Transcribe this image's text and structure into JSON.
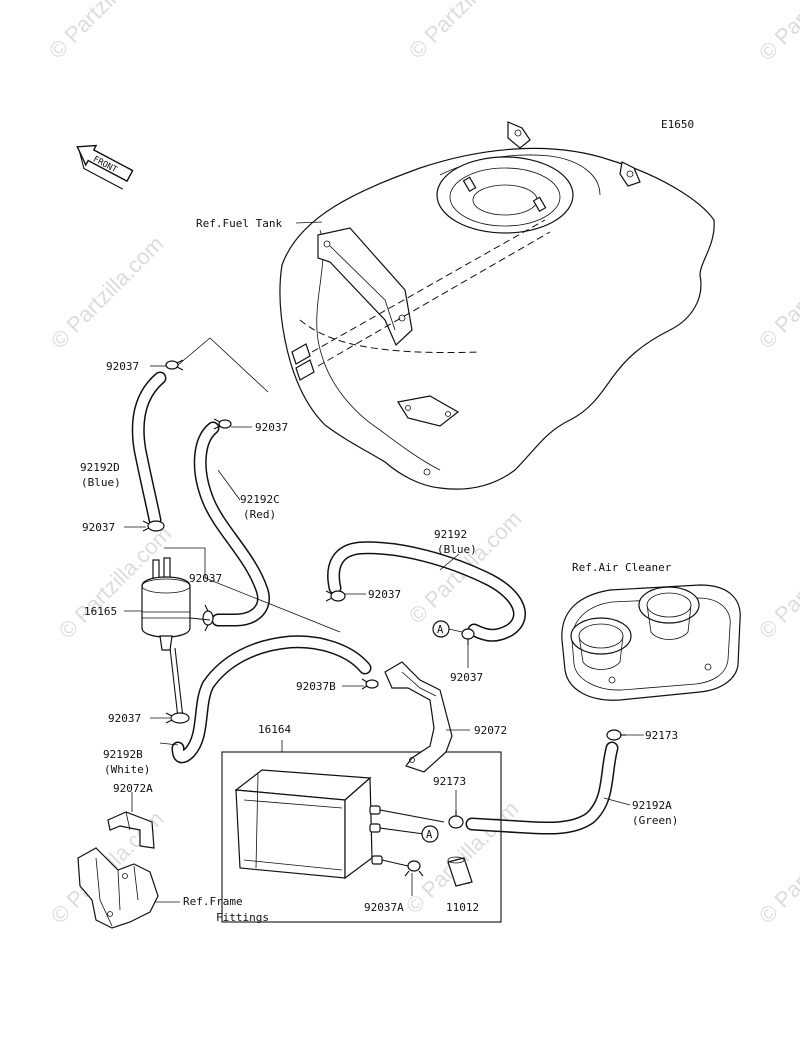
{
  "diagram": {
    "code": "E1650",
    "front_label": "FRONT",
    "watermark": "© Partzilla.com",
    "callouts": {
      "fuel_tank": "Ref.Fuel Tank",
      "air_cleaner": "Ref.Air Cleaner",
      "frame_line1": "Ref.Frame",
      "frame_line2": "Fittings",
      "clamp_92037_a": "92037",
      "clamp_92037_b": "92037",
      "clamp_92037_c": "92037",
      "clamp_92037_d": "92037",
      "clamp_92037_e": "92037",
      "clamp_92037_f": "92037",
      "clamp_92037_g": "92037",
      "hose_92192d": "92192D",
      "hose_92192d_color": "(Blue)",
      "hose_92192c": "92192C",
      "hose_92192c_color": "(Red)",
      "hose_92192": "92192",
      "hose_92192_color": "(Blue)",
      "separator_16165": "16165",
      "clamp_92037b": "92037B",
      "bracket_92072": "92072",
      "canister_16164": "16164",
      "clamp_92173_a": "92173",
      "clamp_92173_b": "92173",
      "hose_92192a": "92192A",
      "hose_92192a_color": "(Green)",
      "hose_92192b": "92192B",
      "hose_92192b_color": "(White)",
      "bracket_92072a": "92072A",
      "clamp_92037a": "92037A",
      "cap_11012": "11012",
      "marker_a": "A"
    }
  }
}
